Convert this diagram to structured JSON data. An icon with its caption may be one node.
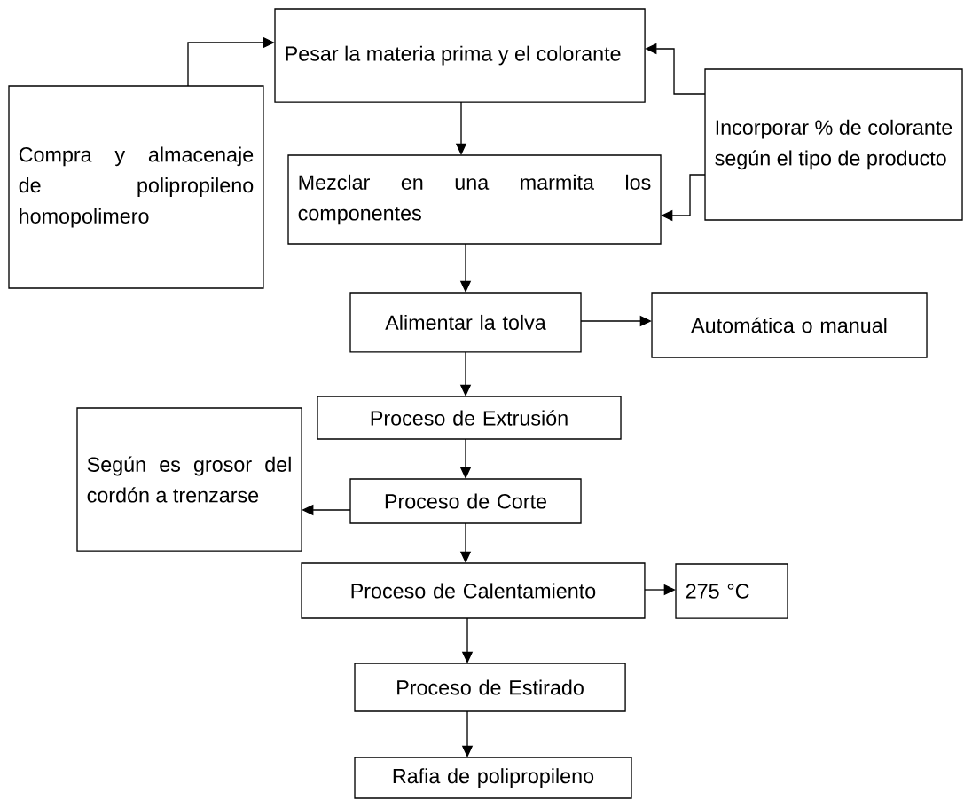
{
  "diagram": {
    "nodes": [
      {
        "text": [
          "Compra y almacenaje de polipropileno homopolimero"
        ]
      },
      {
        "text": [
          "Pesar la materia prima y el colorante"
        ]
      },
      {
        "text": [
          "Incorporar % de colorante según el tipo de producto"
        ]
      },
      {
        "text": [
          "Mezclar en una marmita los componentes"
        ]
      },
      {
        "text": [
          "Alimentar la tolva"
        ]
      },
      {
        "text": [
          "Automática o manual"
        ]
      },
      {
        "text": [
          "Proceso de Extrusión"
        ]
      },
      {
        "text": [
          "Según es grosor del cordón a trenzarse"
        ]
      },
      {
        "text": [
          "Proceso de Corte"
        ]
      },
      {
        "text": [
          "Proceso de Calentamiento"
        ]
      },
      {
        "text": [
          "275 °C"
        ]
      },
      {
        "text": [
          "Proceso de Estirado"
        ]
      },
      {
        "text": [
          "Rafia de polipropileno"
        ]
      }
    ],
    "edges": [
      {
        "from": 0,
        "to": 1,
        "arrow": "to"
      },
      {
        "from": 2,
        "to": 1,
        "arrow": "to"
      },
      {
        "from": 1,
        "to": 3,
        "arrow": "to"
      },
      {
        "from": 2,
        "to": 3,
        "arrow": "to"
      },
      {
        "from": 3,
        "to": 4,
        "arrow": "to"
      },
      {
        "from": 4,
        "to": 5,
        "arrow": "to"
      },
      {
        "from": 4,
        "to": 6,
        "arrow": "to"
      },
      {
        "from": 6,
        "to": 8,
        "arrow": "to"
      },
      {
        "from": 8,
        "to": 7,
        "arrow": "to"
      },
      {
        "from": 8,
        "to": 9,
        "arrow": "to"
      },
      {
        "from": 9,
        "to": 10,
        "arrow": "to"
      },
      {
        "from": 9,
        "to": 11,
        "arrow": "to"
      },
      {
        "from": 11,
        "to": 12,
        "arrow": "to"
      }
    ]
  }
}
